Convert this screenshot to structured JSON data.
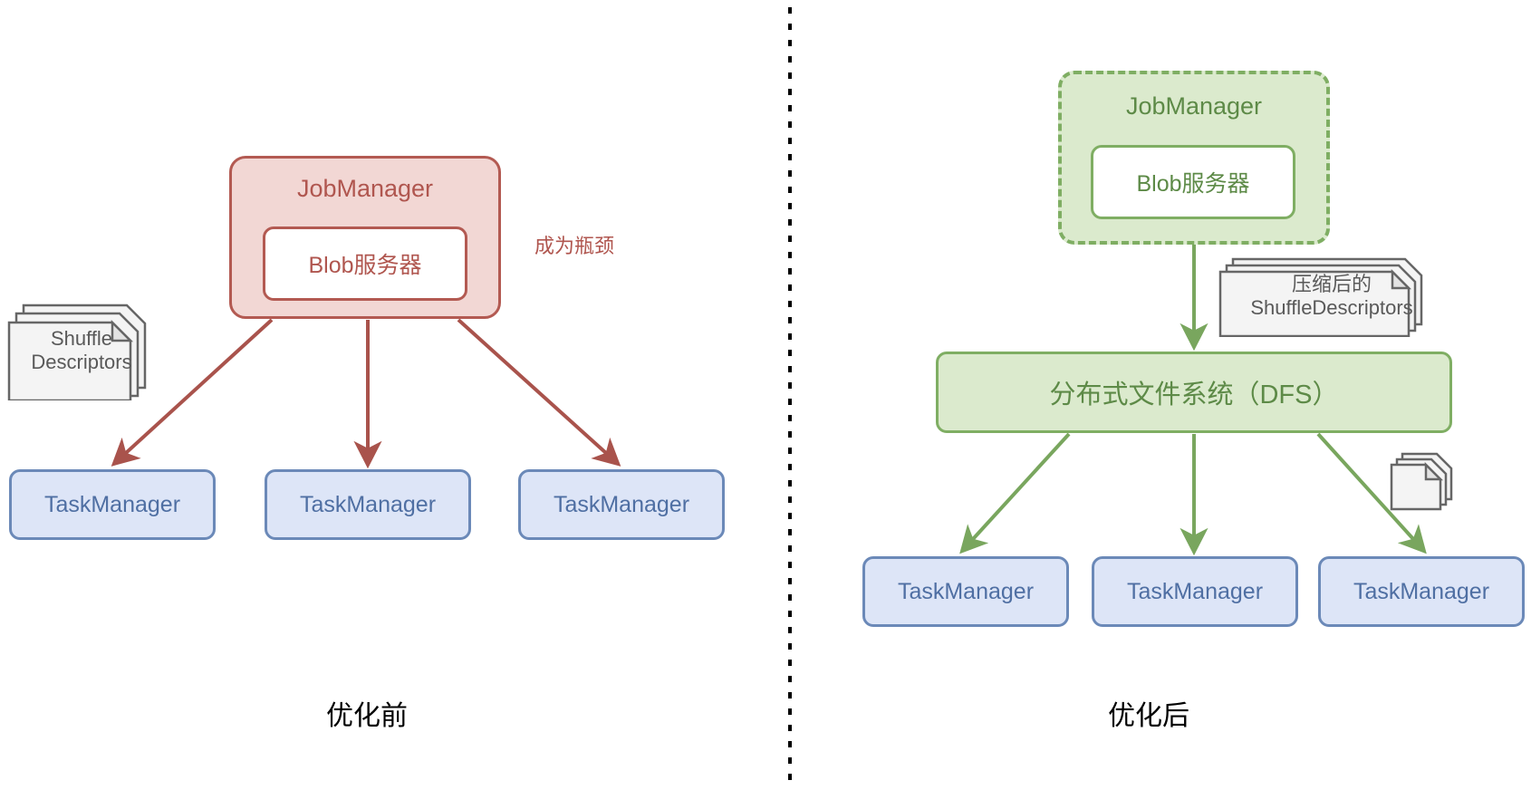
{
  "diagram": {
    "title_before": "优化前",
    "title_after": "优化后",
    "divider": "vertical-dotted-divider",
    "colors": {
      "before_fill": "#f2d7d4",
      "before_stroke": "#b35a52",
      "before_text": "#b0564f",
      "after_fill": "#dbeacd",
      "after_stroke": "#7fae63",
      "after_text": "#5d8a47",
      "taskmanager_fill": "#dde5f7",
      "taskmanager_stroke": "#6b89b8",
      "taskmanager_text": "#4f6fa3",
      "document_fill": "#f4f4f4",
      "document_stroke": "#666666",
      "document_text": "#595959",
      "caption_text": "#000000"
    }
  },
  "before": {
    "jobmanager": "JobManager",
    "blob_server": "Blob服务器",
    "bottleneck_note": "成为瓶颈",
    "shuffle_descriptors_line1": "Shuffle",
    "shuffle_descriptors_line2": "Descriptors",
    "taskmanagers": [
      {
        "label": "TaskManager"
      },
      {
        "label": "TaskManager"
      },
      {
        "label": "TaskManager"
      }
    ]
  },
  "after": {
    "jobmanager": "JobManager",
    "blob_server": "Blob服务器",
    "dfs": "分布式文件系统（DFS）",
    "compressed_descriptors_line1": "压缩后的",
    "compressed_descriptors_line2": "ShuffleDescriptors",
    "plain_document_stack": "document-stack-icon",
    "taskmanagers": [
      {
        "label": "TaskManager"
      },
      {
        "label": "TaskManager"
      },
      {
        "label": "TaskManager"
      }
    ]
  }
}
